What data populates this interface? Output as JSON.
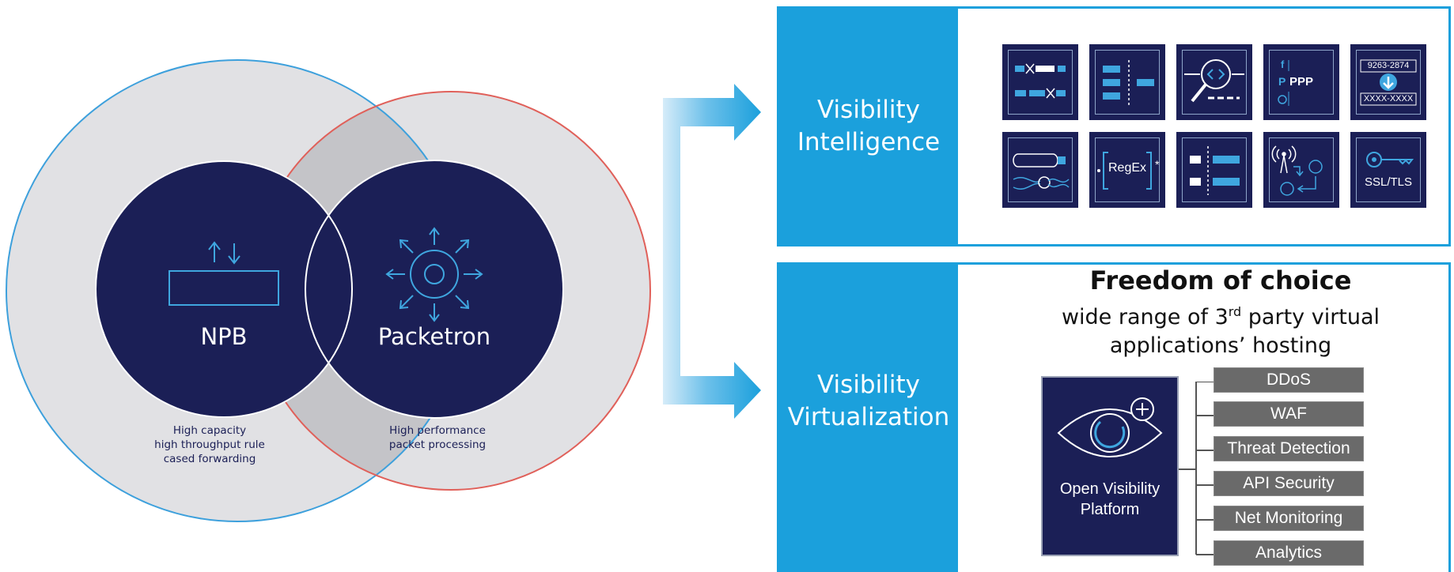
{
  "venn": {
    "left": {
      "title": "NPB",
      "caption_lines": [
        "High capacity",
        "high throughput rule",
        "cased forwarding"
      ]
    },
    "right": {
      "title": "Packetron",
      "caption_lines": [
        "High performance",
        "packet processing"
      ]
    },
    "colors": {
      "outer_fill": "#e1e1e4",
      "overlap_fill": "#c4c4c8",
      "core": "#1b1f56",
      "left_ring": "#3da0dc",
      "right_ring": "#e0605a",
      "icon": "#3fa6df"
    }
  },
  "panels": {
    "intelligence": {
      "label": "Visibility\nIntelligence",
      "icons": [
        {
          "name": "filter-icon"
        },
        {
          "name": "slicing-icon"
        },
        {
          "name": "deep-inspection-icon"
        },
        {
          "name": "app-identification-icon"
        },
        {
          "name": "data-masking-icon",
          "top_text": "9263-2874",
          "bottom_text": "XXXX-XXXX"
        },
        {
          "name": "tunnel-termination-icon"
        },
        {
          "name": "regex-icon",
          "text": "RegEx"
        },
        {
          "name": "deduplication-icon"
        },
        {
          "name": "mobile-correlation-icon"
        },
        {
          "name": "ssl-decryption-icon",
          "text": "SSL/TLS"
        }
      ]
    },
    "virtualization": {
      "label": "Visibility\nVirtualization",
      "title": "Freedom of choice",
      "subtitle_line1_pre": "wide range of 3",
      "subtitle_line1_sup": "rd",
      "subtitle_line1_post": " party virtual",
      "subtitle_line2": "applications’ hosting",
      "platform_label": "Open Visibility\nPlatform",
      "apps": [
        "DDoS",
        "WAF",
        "Threat Detection",
        "API Security",
        "Net Monitoring",
        "Analytics"
      ]
    }
  },
  "colors": {
    "accent": "#1ba0dc",
    "navy": "#1b1f56",
    "app_gray": "#6a6a6a"
  }
}
